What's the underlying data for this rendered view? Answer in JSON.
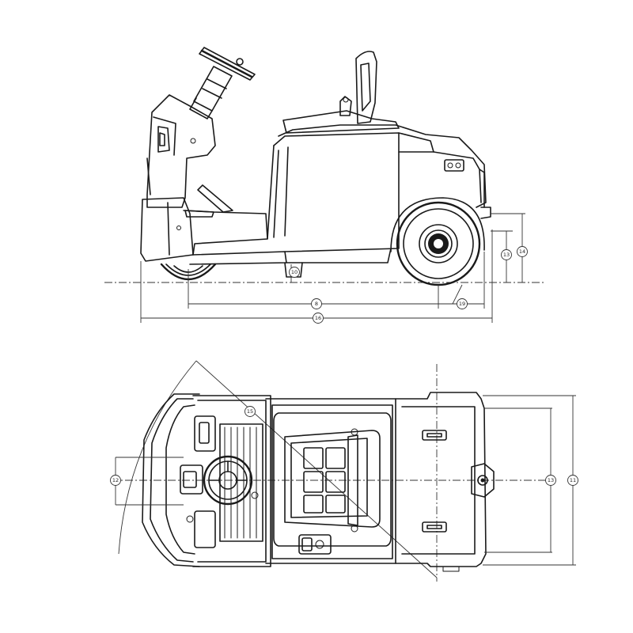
{
  "side_view": {
    "callouts": {
      "c10": "10",
      "c8": "8",
      "c19": "19",
      "c16": "16",
      "c13": "13",
      "c14": "14"
    }
  },
  "top_view": {
    "callouts": {
      "c15": "15",
      "c12": "12",
      "c13": "13",
      "c11": "11"
    }
  }
}
